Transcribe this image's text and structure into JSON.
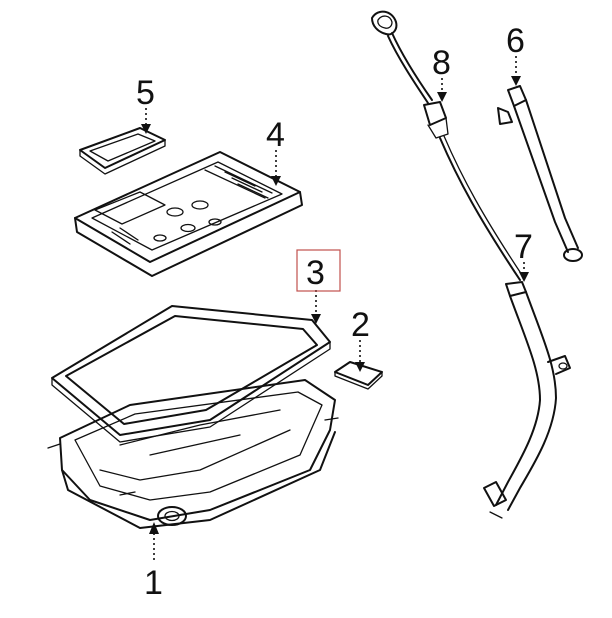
{
  "callouts": {
    "c1": "1",
    "c2": "2",
    "c3": "3",
    "c4": "4",
    "c5": "5",
    "c6": "6",
    "c7": "7",
    "c8": "8"
  },
  "colors": {
    "line": "#111111",
    "highlight": "#c0504d",
    "background": "#ffffff"
  }
}
